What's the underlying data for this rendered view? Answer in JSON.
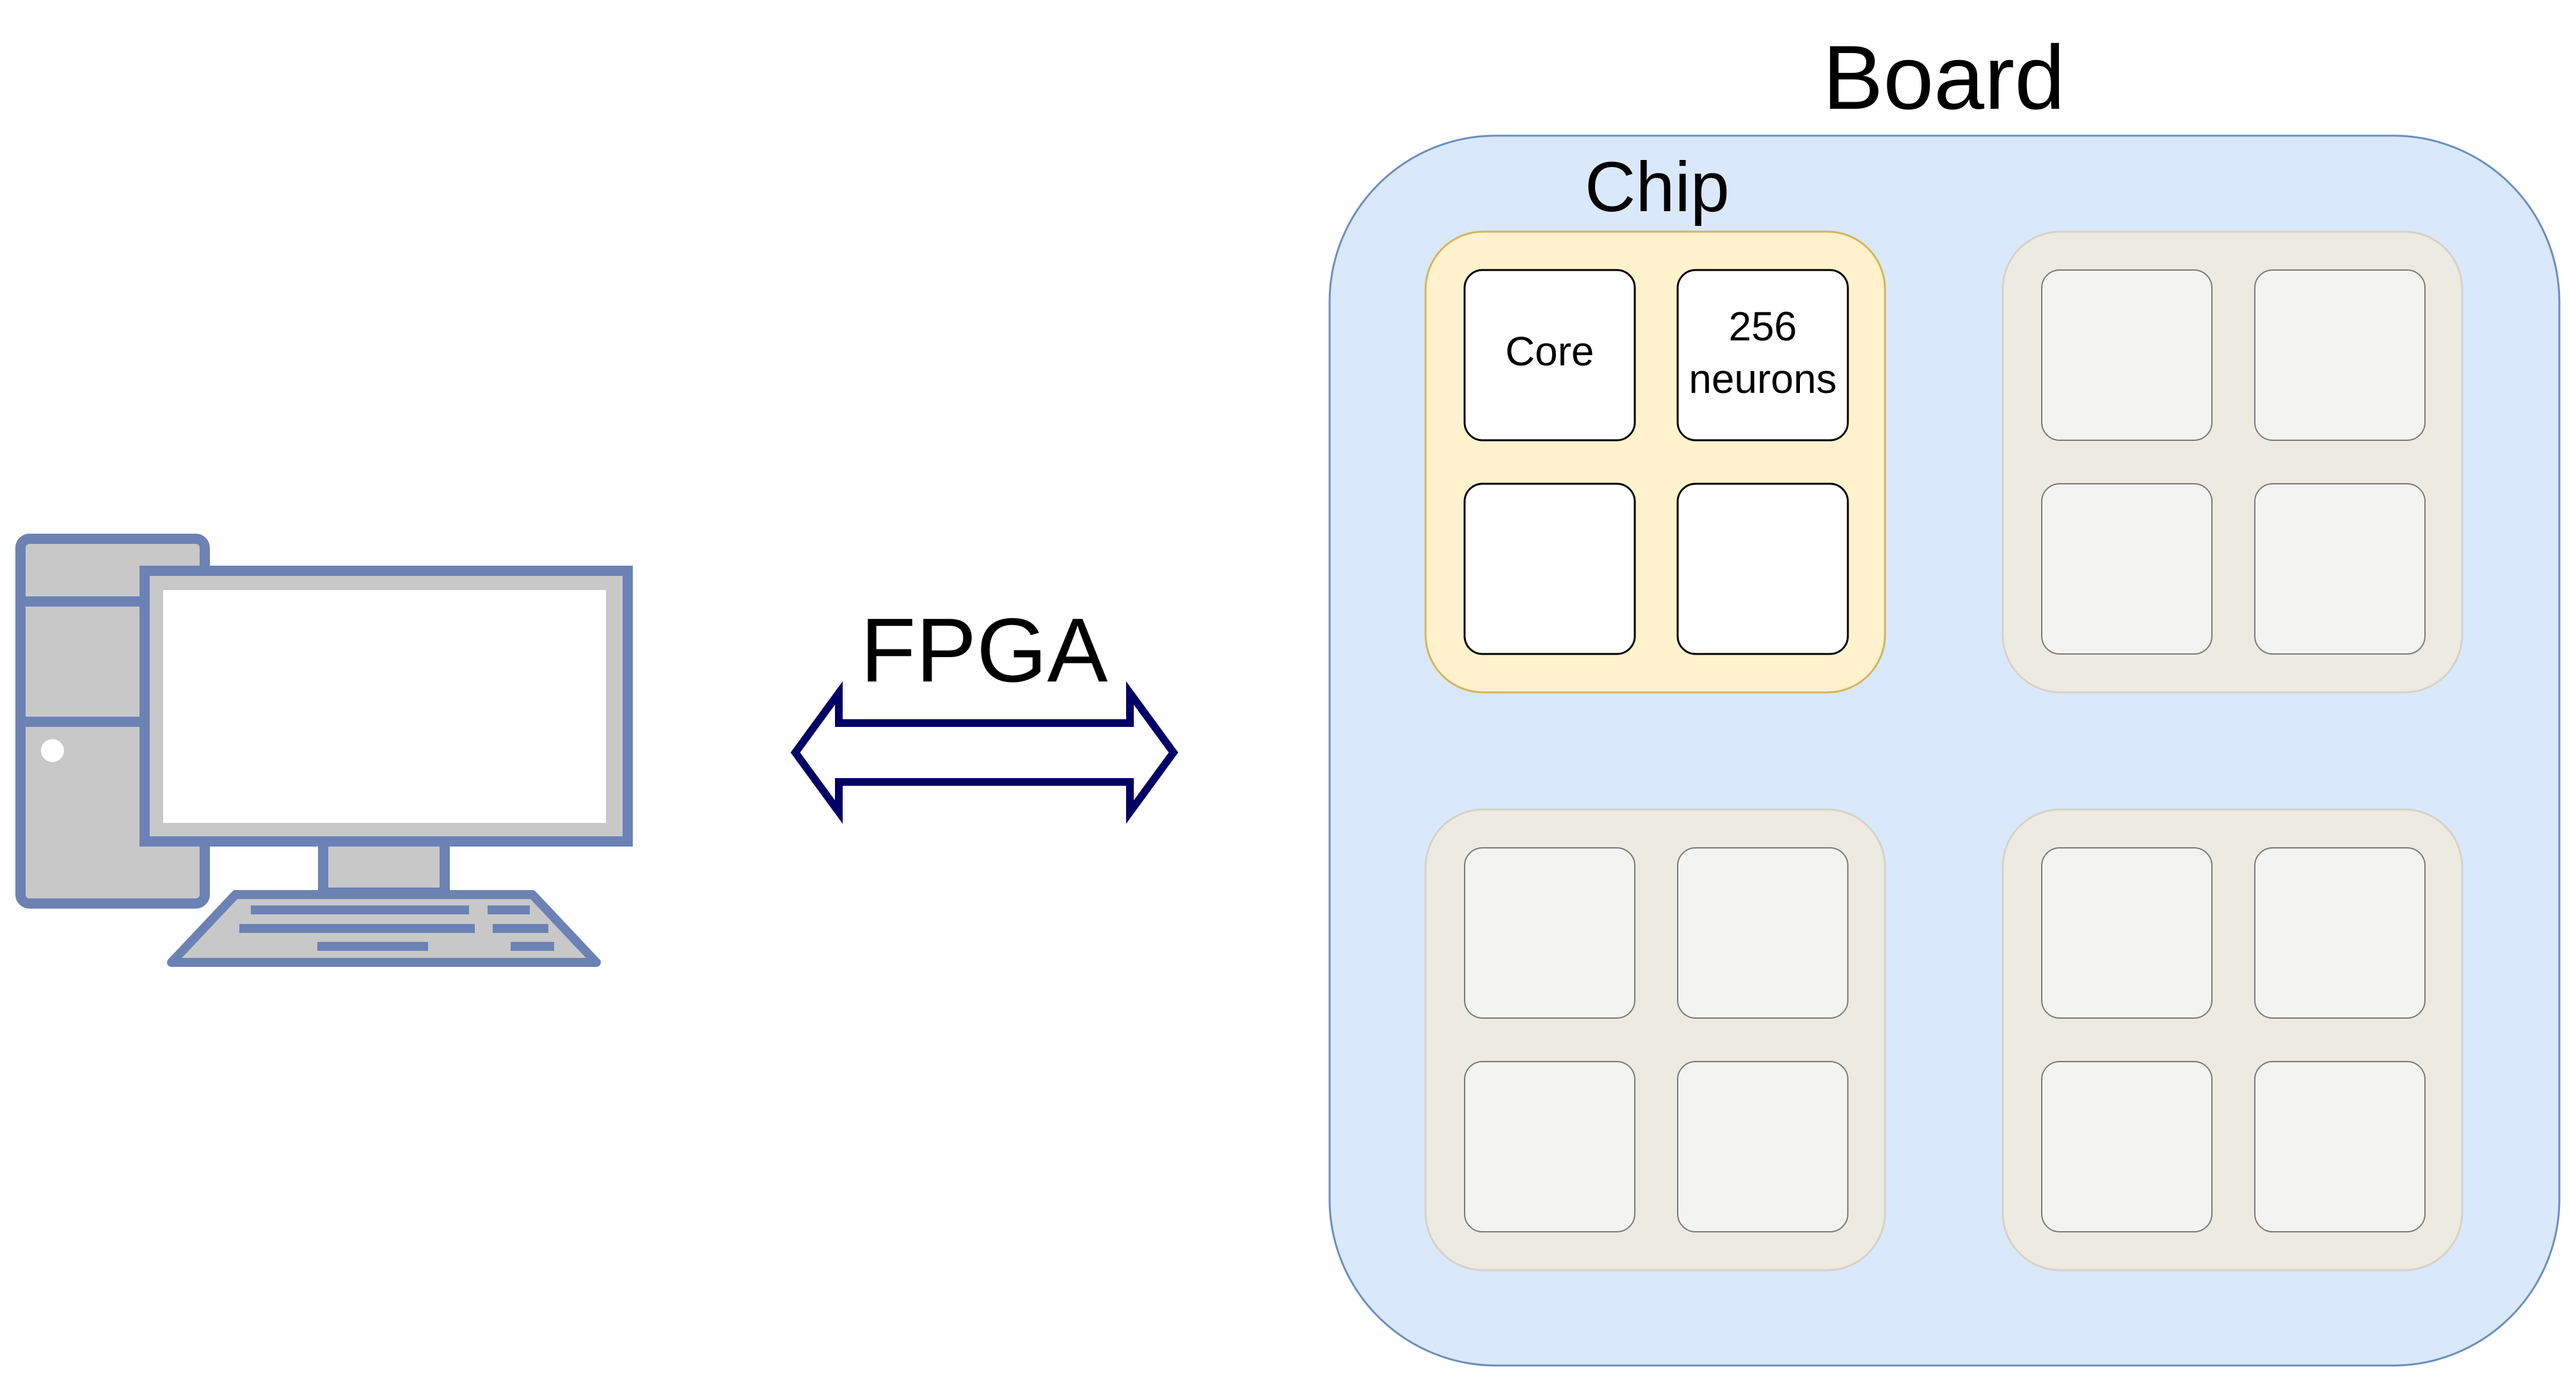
{
  "board": {
    "label": "Board",
    "fill": "#dae8fc",
    "stroke": "#6c8ebf"
  },
  "chip_active": {
    "label": "Chip",
    "fill": "#fff2cc",
    "stroke": "#d6b656"
  },
  "chip_inactive": {
    "fill": "#edeae2",
    "stroke": "#d6d2c4"
  },
  "cores": {
    "core_label": "Core",
    "neurons_line1": "256",
    "neurons_line2": "neurons",
    "active_fill": "#ffffff",
    "inactive_fill": "#f3f4ef"
  },
  "link": {
    "label": "FPGA",
    "stroke": "#000066"
  },
  "computer": {
    "icon": "desktop-computer-icon",
    "stroke": "#6c82b5",
    "fill": "#c8c8c8"
  }
}
